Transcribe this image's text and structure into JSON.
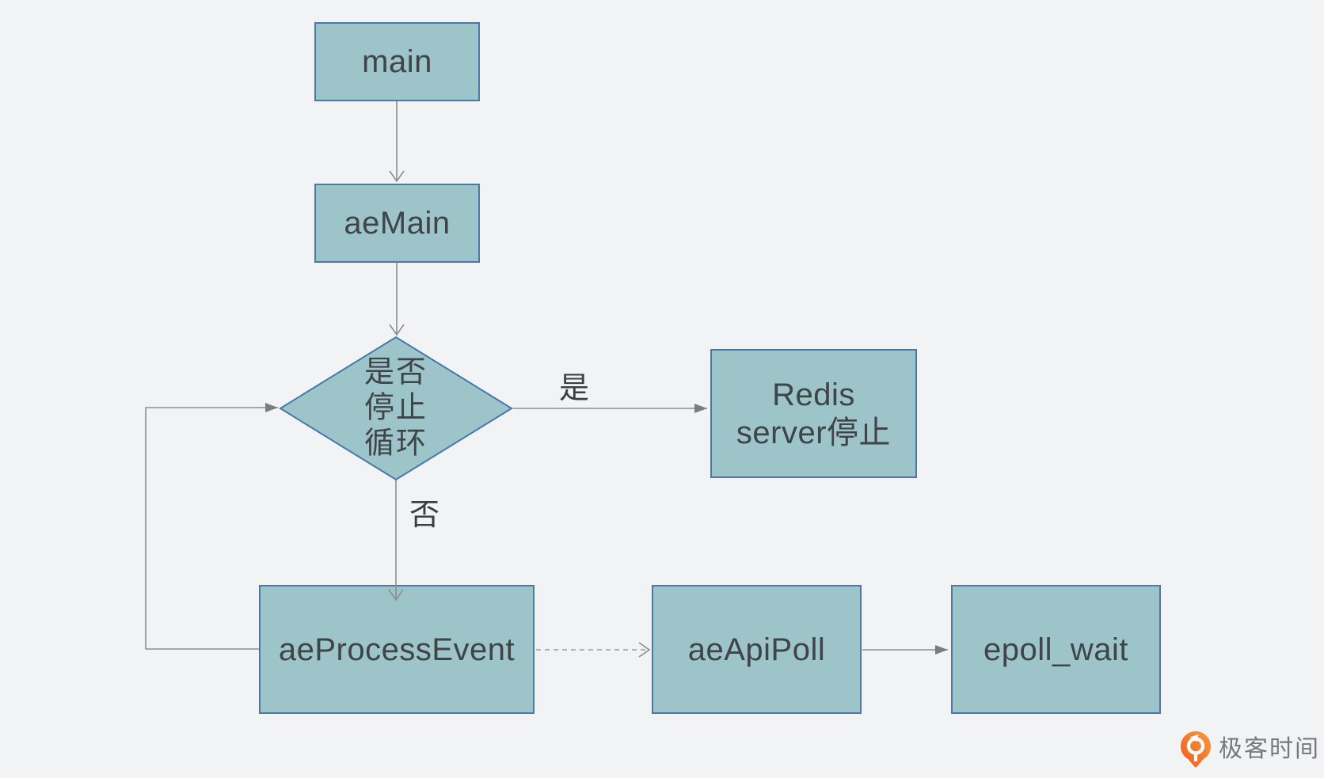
{
  "palette": {
    "background": "#f2f3f5",
    "node_fill": "#9dc5c9",
    "node_border": "#4a79a6",
    "node_text": "#3e4447",
    "connector": "#8c8c8c",
    "logo_orange": "#f0731f",
    "logo_text_color": "#76787b"
  },
  "nodes": {
    "main": {
      "label": "main"
    },
    "ae_main": {
      "label": "aeMain"
    },
    "decision": {
      "label": "是否\n停止\n循环"
    },
    "redis_stop": {
      "label": "Redis\nserver停止"
    },
    "ae_process_event": {
      "label": "aeProcessEvent"
    },
    "ae_api_poll": {
      "label": "aeApiPoll"
    },
    "epoll_wait": {
      "label": "epoll_wait"
    }
  },
  "edge_labels": {
    "yes": "是",
    "no": "否"
  },
  "logo": {
    "text": "极客时间"
  }
}
